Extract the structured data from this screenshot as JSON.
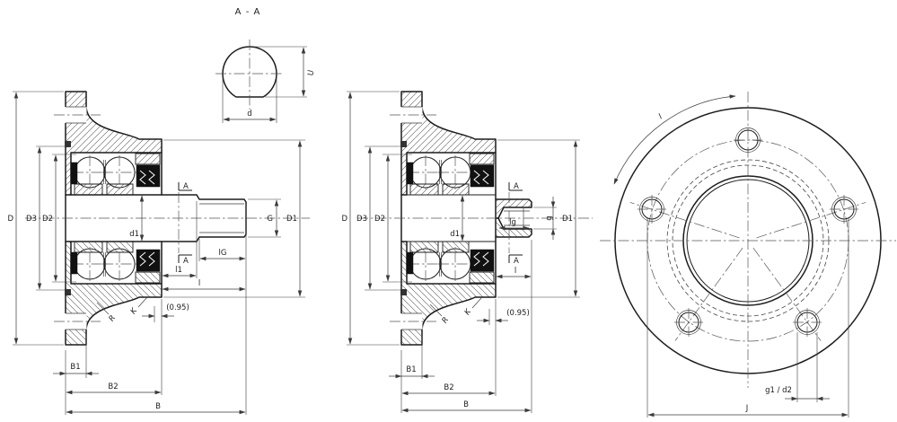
{
  "title": {
    "section_label": "A - A"
  },
  "section_aa": {
    "u": "U",
    "d": "d"
  },
  "left_view": {
    "D": "D",
    "D3": "D3",
    "D2": "D2",
    "d1": "d1",
    "G": "G",
    "D1": "D1",
    "lG": "lG",
    "l1": "l1",
    "l": "l",
    "B1": "B1",
    "B2": "B2",
    "B": "B",
    "runout_ref": "(0.95)",
    "fillet_r": "R",
    "fillet_k": "K",
    "section_a_top": "A",
    "section_a_bottom": "A"
  },
  "middle_view": {
    "D": "D",
    "D3": "D3",
    "D2": "D2",
    "d1": "d1",
    "g": "g",
    "lg": "lg",
    "D1": "D1",
    "l": "l",
    "B1": "B1",
    "B2": "B2",
    "B": "B",
    "runout_ref": "(0.95)",
    "fillet_r": "R",
    "fillet_k": "K",
    "section_a_top": "A",
    "section_a_bottom": "A"
  },
  "right_view": {
    "arc": "l",
    "hole": "g1 / d2",
    "pitch": "J"
  },
  "colors": {
    "line": "#1c1c1c",
    "thin_line": "#3a3a3a",
    "background": "#ffffff"
  }
}
